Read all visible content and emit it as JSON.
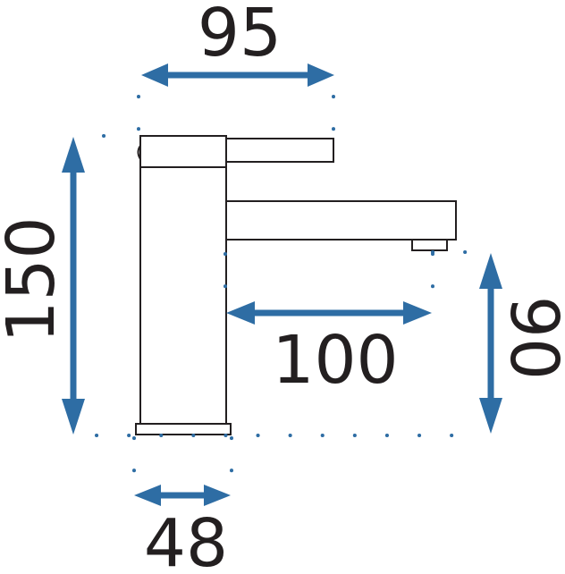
{
  "diagram": {
    "dimensions": {
      "top_width": "95",
      "total_height": "150",
      "spout_reach": "100",
      "spout_height": "90",
      "base_width": "48"
    },
    "colors": {
      "arrow": "#2e6da4",
      "outline": "#231f20",
      "background": "#ffffff"
    }
  }
}
